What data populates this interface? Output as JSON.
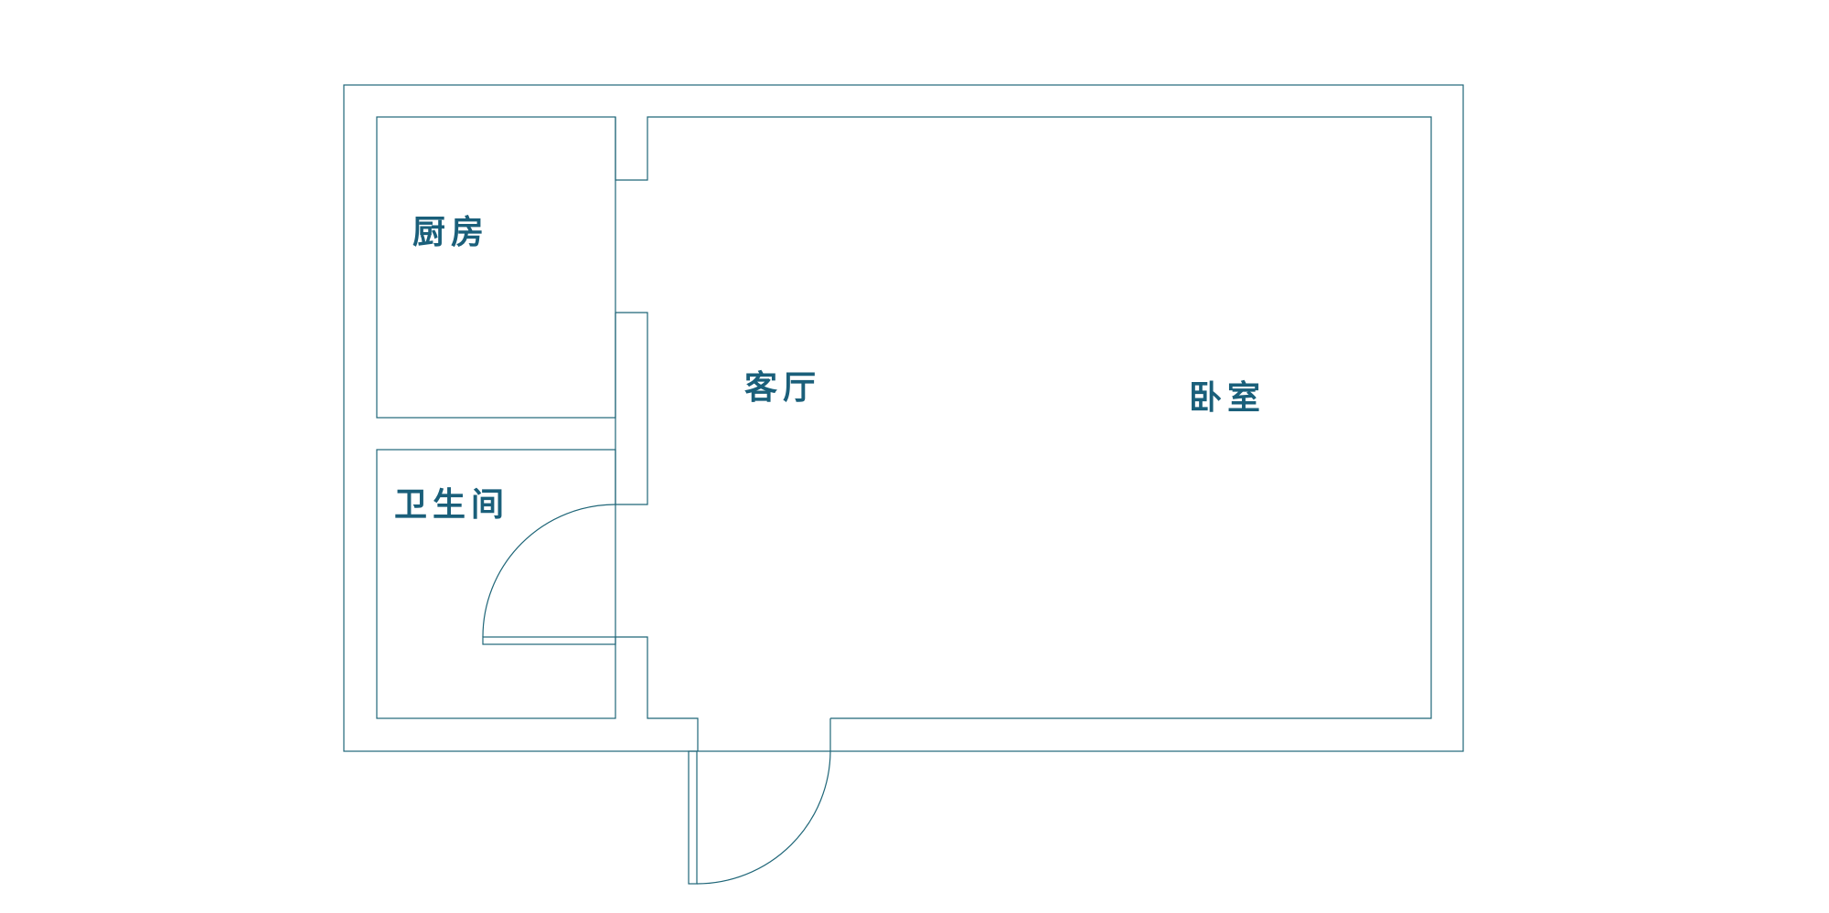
{
  "colors": {
    "wall": "#1f6678",
    "label": "#1a5f7a",
    "background": "#ffffff"
  },
  "rooms": [
    {
      "label": "厨房"
    },
    {
      "label": "客厅"
    },
    {
      "label": "卧室"
    },
    {
      "label": "卫生间"
    }
  ]
}
